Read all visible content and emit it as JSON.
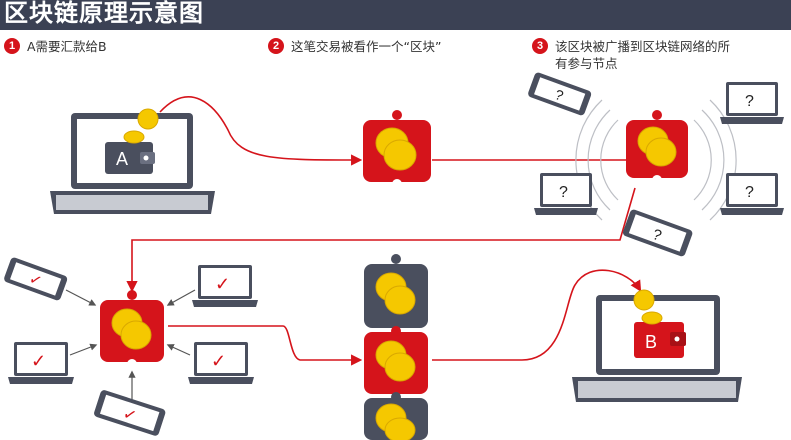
{
  "title": "区块链原理示意图",
  "steps": [
    {
      "num": "1",
      "text": "A需要汇款给B"
    },
    {
      "num": "2",
      "text": "这笔交易被看作一个“区块”"
    },
    {
      "num": "3",
      "text_line1": "该区块被广播到区块链网络的所",
      "text_line2": "有参与节点"
    }
  ],
  "wallets": {
    "sender": "A",
    "receiver": "B"
  },
  "symbols": {
    "unknown": "?",
    "verified": "✓"
  },
  "colors": {
    "accent": "#d5141b",
    "dark": "#3b4154",
    "coin": "#f5c800",
    "device": "#4a4f5e"
  }
}
